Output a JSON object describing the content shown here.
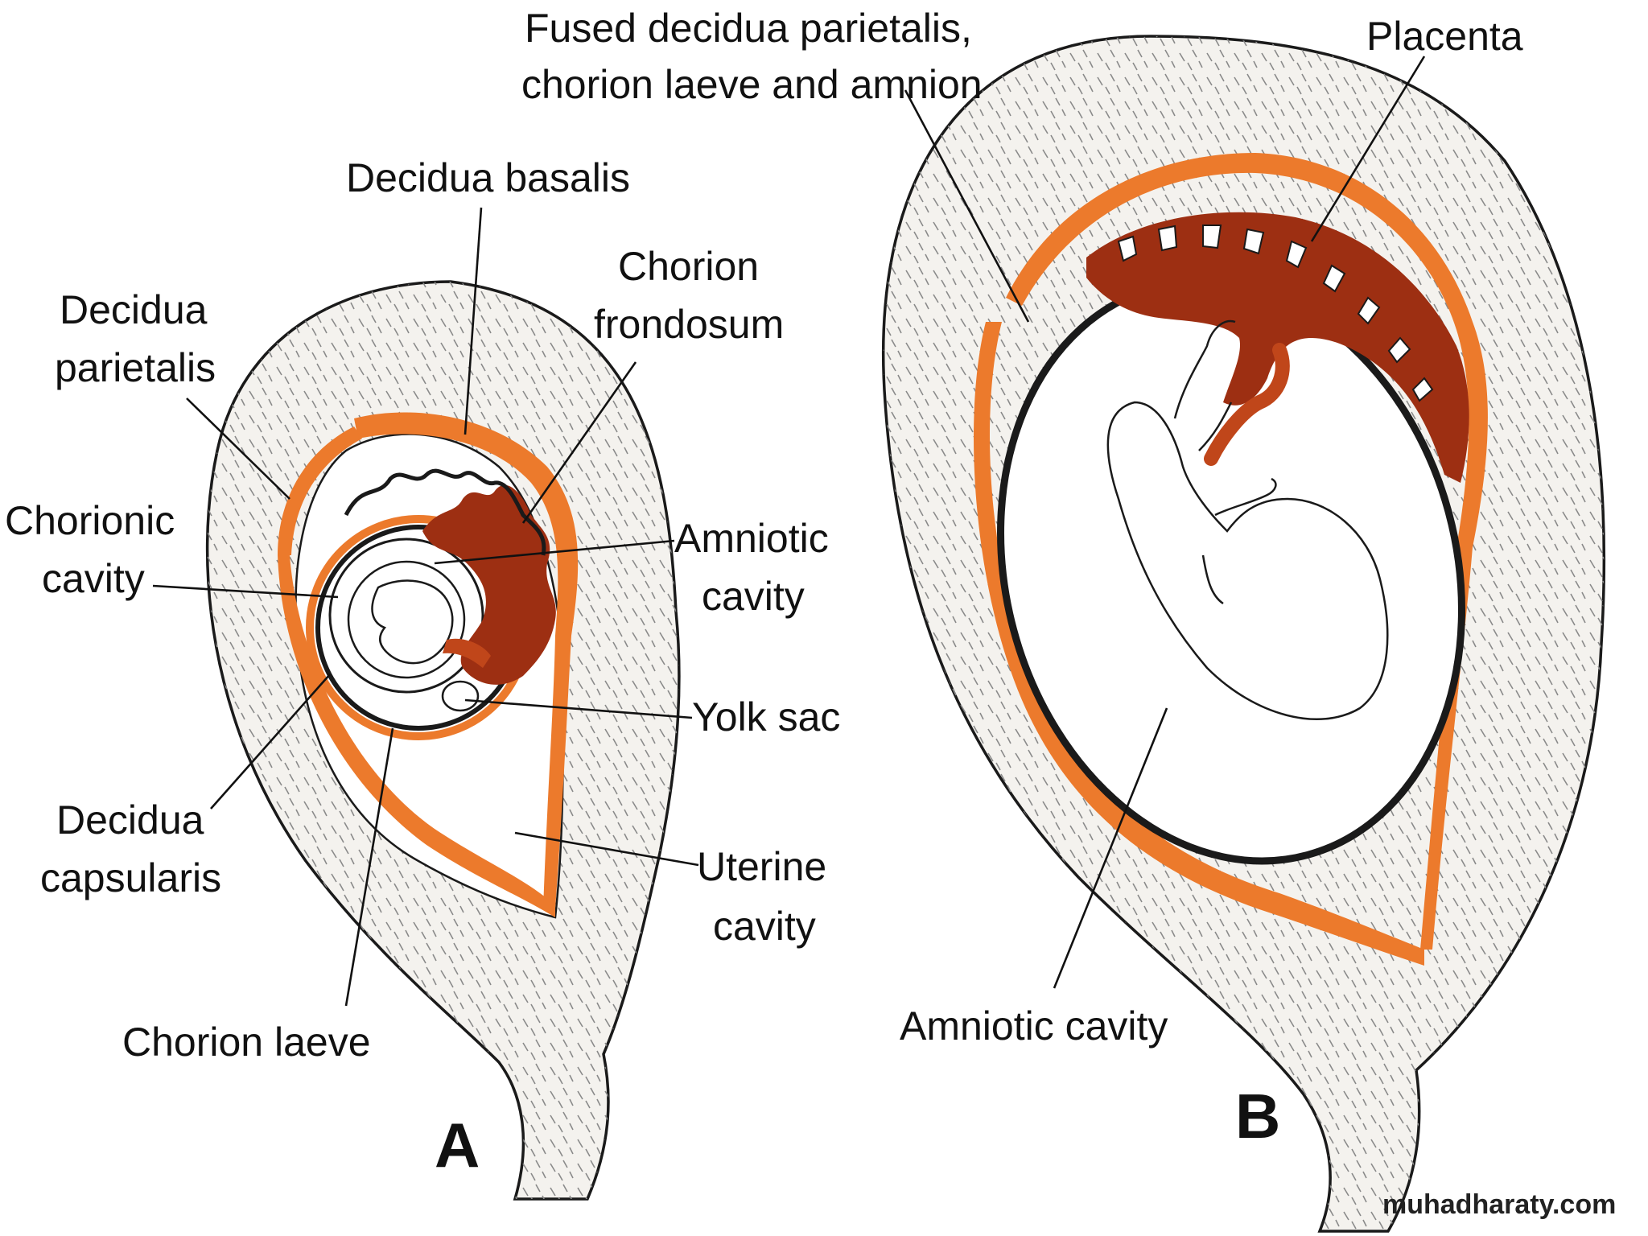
{
  "figure_a": {
    "panel_letter": "A",
    "labels": {
      "decidua_basalis": "Decidua basalis",
      "chorion_frondosum_1": "Chorion",
      "chorion_frondosum_2": "frondosum",
      "decidua_parietalis_1": "Decidua",
      "decidua_parietalis_2": "parietalis",
      "chorionic_cavity_1": "Chorionic",
      "chorionic_cavity_2": "cavity",
      "amniotic_cavity_1": "Amniotic",
      "amniotic_cavity_2": "cavity",
      "yolk_sac": "Yolk sac",
      "decidua_capsularis_1": "Decidua",
      "decidua_capsularis_2": "capsularis",
      "uterine_cavity_1": "Uterine",
      "uterine_cavity_2": "cavity",
      "chorion_laeve": "Chorion laeve"
    }
  },
  "figure_b": {
    "panel_letter": "B",
    "labels": {
      "fused_1": "Fused decidua parietalis,",
      "fused_2": "chorion laeve and amnion",
      "placenta": "Placenta",
      "amniotic_cavity": "Amniotic cavity"
    }
  },
  "watermark": "muhadharaty.com",
  "colors": {
    "decidua": "#ec7a2c",
    "chorion_villi": "#9d2f12",
    "uterine_wall": "#f4f2ee"
  }
}
